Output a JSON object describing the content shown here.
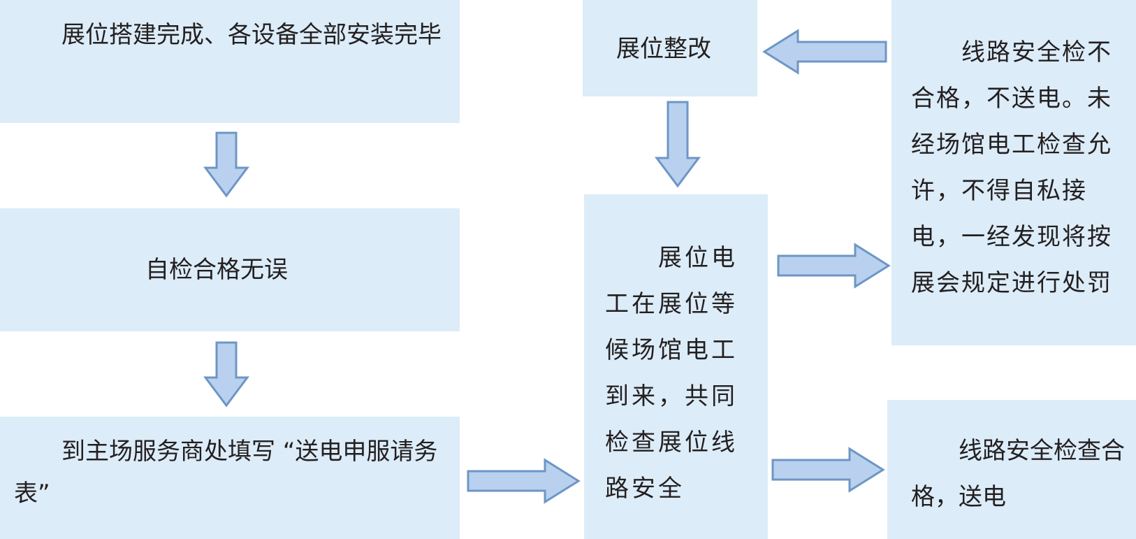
{
  "colors": {
    "box_fill": "#dcecf8",
    "arrow_fill": "#b9d1ee",
    "arrow_stroke": "#6d96c6",
    "text": "#231f20"
  },
  "nodes": {
    "booth_complete": "　　展位搭建完成、各设备全部安装完毕",
    "self_check": "自检合格无误",
    "fill_form": "　　到主场服务商处填写 “送电申服请务表”",
    "electrician_wait": "　　展位电工在展位等候场馆电工到来，共同检查展位线路安全",
    "rectify": "展位整改",
    "fail": "　　线路安全检不合格，不送电。未经场馆电工检查允许，不得自私接电，一经发现将按展会规定进行处罚",
    "pass": "　　线路安全检查合格，送电"
  },
  "edges": [
    {
      "from": "booth_complete",
      "to": "self_check",
      "direction": "down"
    },
    {
      "from": "self_check",
      "to": "fill_form",
      "direction": "down"
    },
    {
      "from": "fill_form",
      "to": "electrician_wait",
      "direction": "right"
    },
    {
      "from": "electrician_wait",
      "to": "fail",
      "direction": "right"
    },
    {
      "from": "electrician_wait",
      "to": "pass",
      "direction": "right"
    },
    {
      "from": "fail",
      "to": "rectify",
      "direction": "left"
    },
    {
      "from": "rectify",
      "to": "electrician_wait",
      "direction": "down"
    }
  ]
}
